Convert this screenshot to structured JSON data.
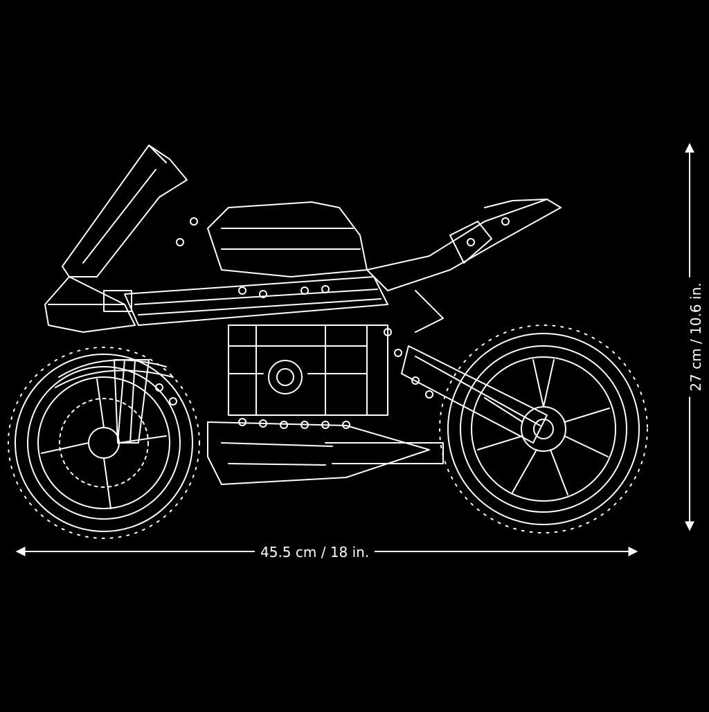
{
  "illustration": {
    "subject": "motorcycle-line-drawing",
    "line_color": "#ffffff",
    "background_color": "#000000"
  },
  "dimensions": {
    "width_label": "45.5 cm / 18 in.",
    "height_label": "27 cm / 10.6 in."
  }
}
